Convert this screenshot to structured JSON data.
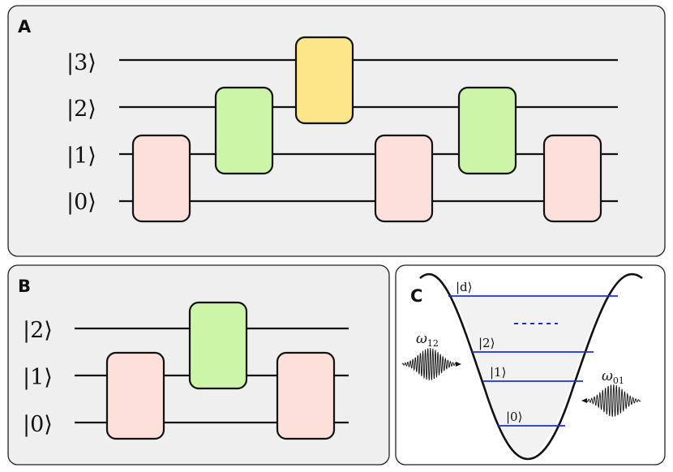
{
  "panels": {
    "a": {
      "label": "A",
      "kets": [
        "|3⟩",
        "|2⟩",
        "|1⟩",
        "|0⟩"
      ]
    },
    "b": {
      "label": "B",
      "kets": [
        "|2⟩",
        "|1⟩",
        "|0⟩"
      ]
    },
    "c": {
      "label": "C",
      "levels": [
        "|d⟩",
        "|2⟩",
        "|1⟩",
        "|0⟩"
      ],
      "omega_12": {
        "symbol": "ω",
        "sub": "12"
      },
      "omega_01": {
        "symbol": "ω",
        "sub": "01"
      }
    }
  },
  "colors": {
    "gate_01": "#fde0da",
    "gate_12": "#cdf5a8",
    "gate_23": "#fde58a",
    "level_line": "#1a2fd6"
  }
}
